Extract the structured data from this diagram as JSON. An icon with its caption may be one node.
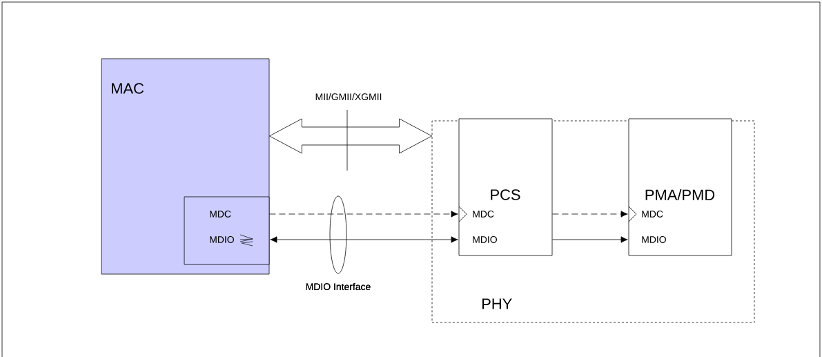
{
  "diagram": {
    "nodes": [
      {
        "text": [
          "MAC"
        ]
      },
      {
        "text": [
          "MDC",
          "MDIO"
        ],
        "in": 0
      },
      {
        "text": [
          "PHY"
        ]
      },
      {
        "text": [
          "PCS",
          "MDC",
          "MDIO"
        ],
        "in": 2
      },
      {
        "text": [
          "PMA/PMD",
          "MDC",
          "MDIO"
        ],
        "in": 2
      }
    ],
    "edges": [
      {
        "from": 0,
        "to": 2,
        "arrow": "both",
        "style": "thick",
        "label": "MII/GMII/XGMII"
      },
      {
        "from": 1,
        "to": 3,
        "arrow": "to",
        "style": "dashed"
      },
      {
        "from": 1,
        "to": 3,
        "arrow": "both"
      },
      {
        "from": 3,
        "to": 4,
        "arrow": "to",
        "style": "dashed"
      },
      {
        "from": 3,
        "to": 4,
        "arrow": "to"
      }
    ],
    "labels": [
      "MDIO Interface"
    ]
  }
}
